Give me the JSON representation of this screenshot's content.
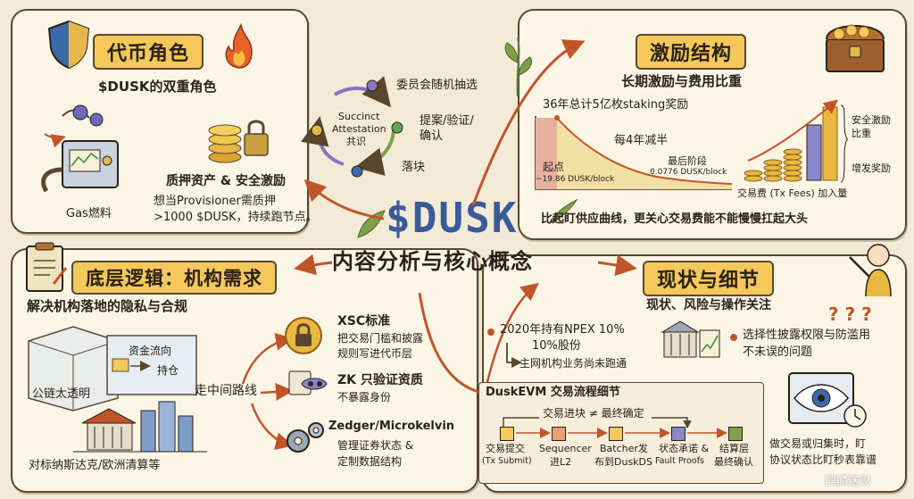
{
  "center": {
    "title": "$DUSK",
    "subtitle": "内容分析与核心概念"
  },
  "token_role": {
    "banner": "代币角色",
    "subtitle": "$DUSK的双重角色",
    "gas_label": "Gas燃料",
    "staking_title": "质押资产 & 安全激励",
    "staking_desc_1": "想当Provisioner需质押",
    "staking_desc_2": ">1000 $DUSK，持续跑节点。"
  },
  "attestation": {
    "center_1": "Succinct",
    "center_2": "Attestation",
    "center_3": "共识",
    "step1": "委员会随机抽选",
    "step2_1": "提案/验证/",
    "step2_2": "确认",
    "step3": "落块"
  },
  "incentive": {
    "banner": "激励结构",
    "subtitle": "长期激励与费用比重",
    "curve_title": "36年总计5亿枚staking奖励",
    "halving": "每4年减半",
    "start_label": "起点",
    "start_value": "~19.86 DUSK/block",
    "final_label": "最后阶段",
    "final_value": "0.0776 DUSK/block",
    "fees_label": "交易费 (Tx Fees) 加入量",
    "security_1": "安全激励",
    "security_2": "比重",
    "extra_reward": "增发奖励",
    "conclusion": "比起盯供应曲线，更关心交易费能不能慢慢扛起大头"
  },
  "underlying": {
    "banner": "底层逻辑：机构需求",
    "subtitle": "解决机构落地的隐私与合规",
    "flow_label": "资金流向",
    "holding_label": "持仓",
    "public_chain": "公链太透明",
    "middle_path": "走中间路线",
    "target": "对标纳斯达克/欧洲清算等",
    "xsc_title": "XSC标准",
    "xsc_desc_1": "把交易门槛和披露",
    "xsc_desc_2": "规则写进代币层",
    "zk_title": "ZK 只验证资质",
    "zk_desc": "不暴露身份",
    "zedger_title": "Zedger/Microkelvin",
    "zedger_desc_1": "管理证券状态 &",
    "zedger_desc_2": "定制数据结构"
  },
  "status": {
    "banner": "现状与细节",
    "subtitle": "现状、风险与操作关注",
    "npex_1": "2020年持有NPEX 10%",
    "npex_2": "10%股份",
    "npex_3": "主网机构业务尚未跑通",
    "risk_1": "选择性披露权限与防滥用",
    "risk_2": "不未误的问题",
    "evm_title": "DuskEVM 交易流程细节",
    "evm_note": "交易进块 ≠ 最终确定",
    "steps": [
      {
        "l1": "交易提交",
        "l2": "(Tx Submit)"
      },
      {
        "l1": "Sequencer",
        "l2": "进L2"
      },
      {
        "l1": "Batcher发",
        "l2": "布到DuskDS"
      },
      {
        "l1": "状态承诺 &",
        "l2": "Fault Proofs"
      },
      {
        "l1": "结算层",
        "l2": "最终确认"
      }
    ],
    "advice_1": "做交易或归集时，盯",
    "advice_2": "协议状态比盯秒表靠谱"
  },
  "watermark": "麒麟送财",
  "colors": {
    "accent": "#f4c85a",
    "ink": "#5b4630",
    "arrow": "#c0552a",
    "paper": "#f3ead6"
  }
}
